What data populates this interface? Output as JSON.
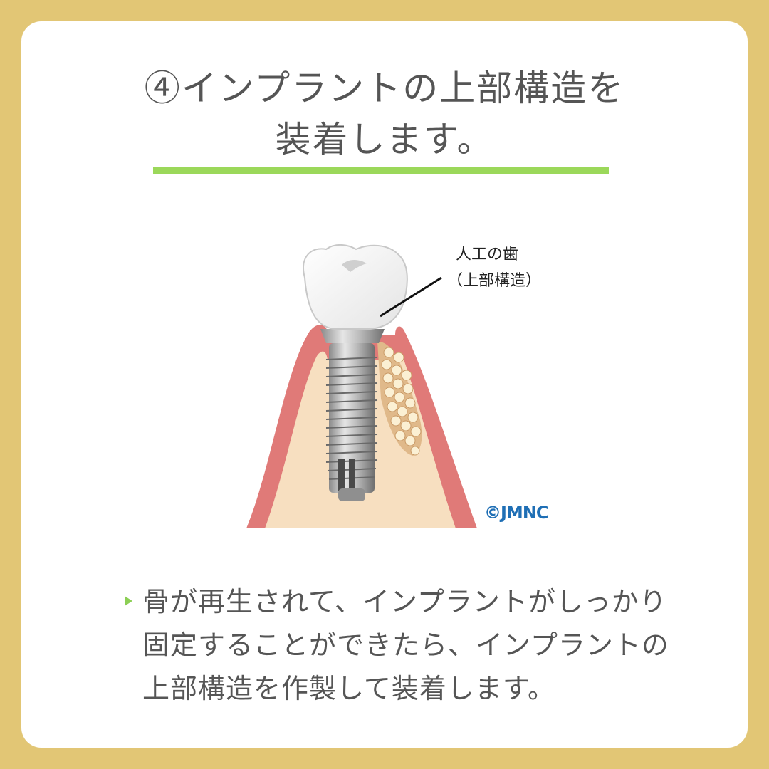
{
  "title": {
    "line1": "④インプラントの上部構造を",
    "line2": "装着します。"
  },
  "diagram": {
    "label_name": "人工の歯",
    "label_sub": "（上部構造）",
    "copyright": "©JMNC"
  },
  "description": {
    "line1": "骨が再生されて、インプラントがしっかり",
    "line2": "固定することができたら、インプラントの",
    "line3": "上部構造を作製して装着します。"
  },
  "colors": {
    "frame": "#e2c675",
    "accent_green": "#9bd85a",
    "gum": "#e07a78",
    "bone": "#f7dfc0",
    "copyright_blue": "#1f6fb5"
  }
}
